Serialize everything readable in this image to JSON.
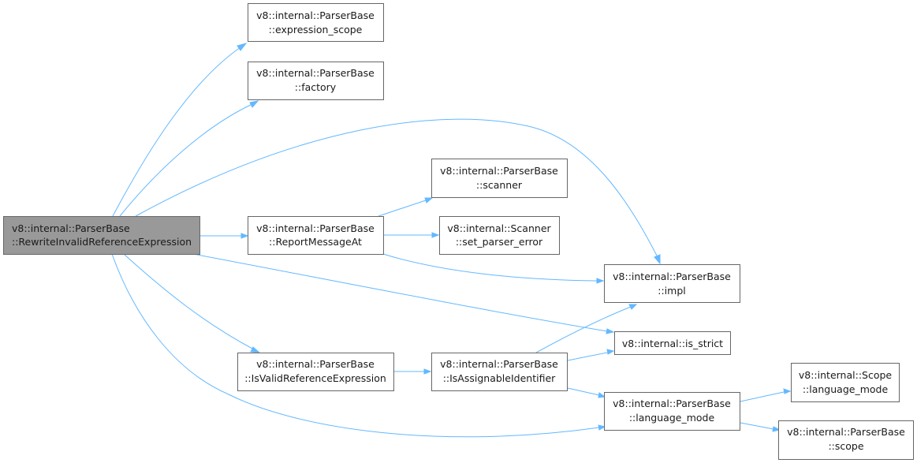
{
  "accent_color": "#63b8ff",
  "nodes": {
    "root": {
      "line1": "v8::internal::ParserBase",
      "line2": "::RewriteInvalidReferenceExpression"
    },
    "expression_scope": {
      "line1": "v8::internal::ParserBase",
      "line2": "::expression_scope"
    },
    "factory": {
      "line1": "v8::internal::ParserBase",
      "line2": "::factory"
    },
    "scanner": {
      "line1": "v8::internal::ParserBase",
      "line2": "::scanner"
    },
    "report_message_at": {
      "line1": "v8::internal::ParserBase",
      "line2": "::ReportMessageAt"
    },
    "set_parser_error": {
      "line1": "v8::internal::Scanner",
      "line2": "::set_parser_error"
    },
    "impl": {
      "line1": "v8::internal::ParserBase",
      "line2": "::impl"
    },
    "is_strict": {
      "line1": "v8::internal::is_strict"
    },
    "is_valid_reference_expression": {
      "line1": "v8::internal::ParserBase",
      "line2": "::IsValidReferenceExpression"
    },
    "is_assignable_identifier": {
      "line1": "v8::internal::ParserBase",
      "line2": "::IsAssignableIdentifier"
    },
    "scope_language_mode": {
      "line1": "v8::internal::Scope",
      "line2": "::language_mode"
    },
    "parser_language_mode": {
      "line1": "v8::internal::ParserBase",
      "line2": "::language_mode"
    },
    "scope": {
      "line1": "v8::internal::ParserBase",
      "line2": "::scope"
    }
  },
  "edges": [
    {
      "from": "root",
      "to": "expression_scope"
    },
    {
      "from": "root",
      "to": "factory"
    },
    {
      "from": "root",
      "to": "impl"
    },
    {
      "from": "root",
      "to": "report_message_at"
    },
    {
      "from": "root",
      "to": "is_strict"
    },
    {
      "from": "root",
      "to": "is_valid_reference_expression"
    },
    {
      "from": "root",
      "to": "parser_language_mode"
    },
    {
      "from": "report_message_at",
      "to": "scanner"
    },
    {
      "from": "report_message_at",
      "to": "set_parser_error"
    },
    {
      "from": "report_message_at",
      "to": "impl"
    },
    {
      "from": "is_valid_reference_expression",
      "to": "is_assignable_identifier"
    },
    {
      "from": "is_assignable_identifier",
      "to": "impl"
    },
    {
      "from": "is_assignable_identifier",
      "to": "is_strict"
    },
    {
      "from": "is_assignable_identifier",
      "to": "parser_language_mode"
    },
    {
      "from": "parser_language_mode",
      "to": "scope_language_mode"
    },
    {
      "from": "parser_language_mode",
      "to": "scope"
    }
  ]
}
